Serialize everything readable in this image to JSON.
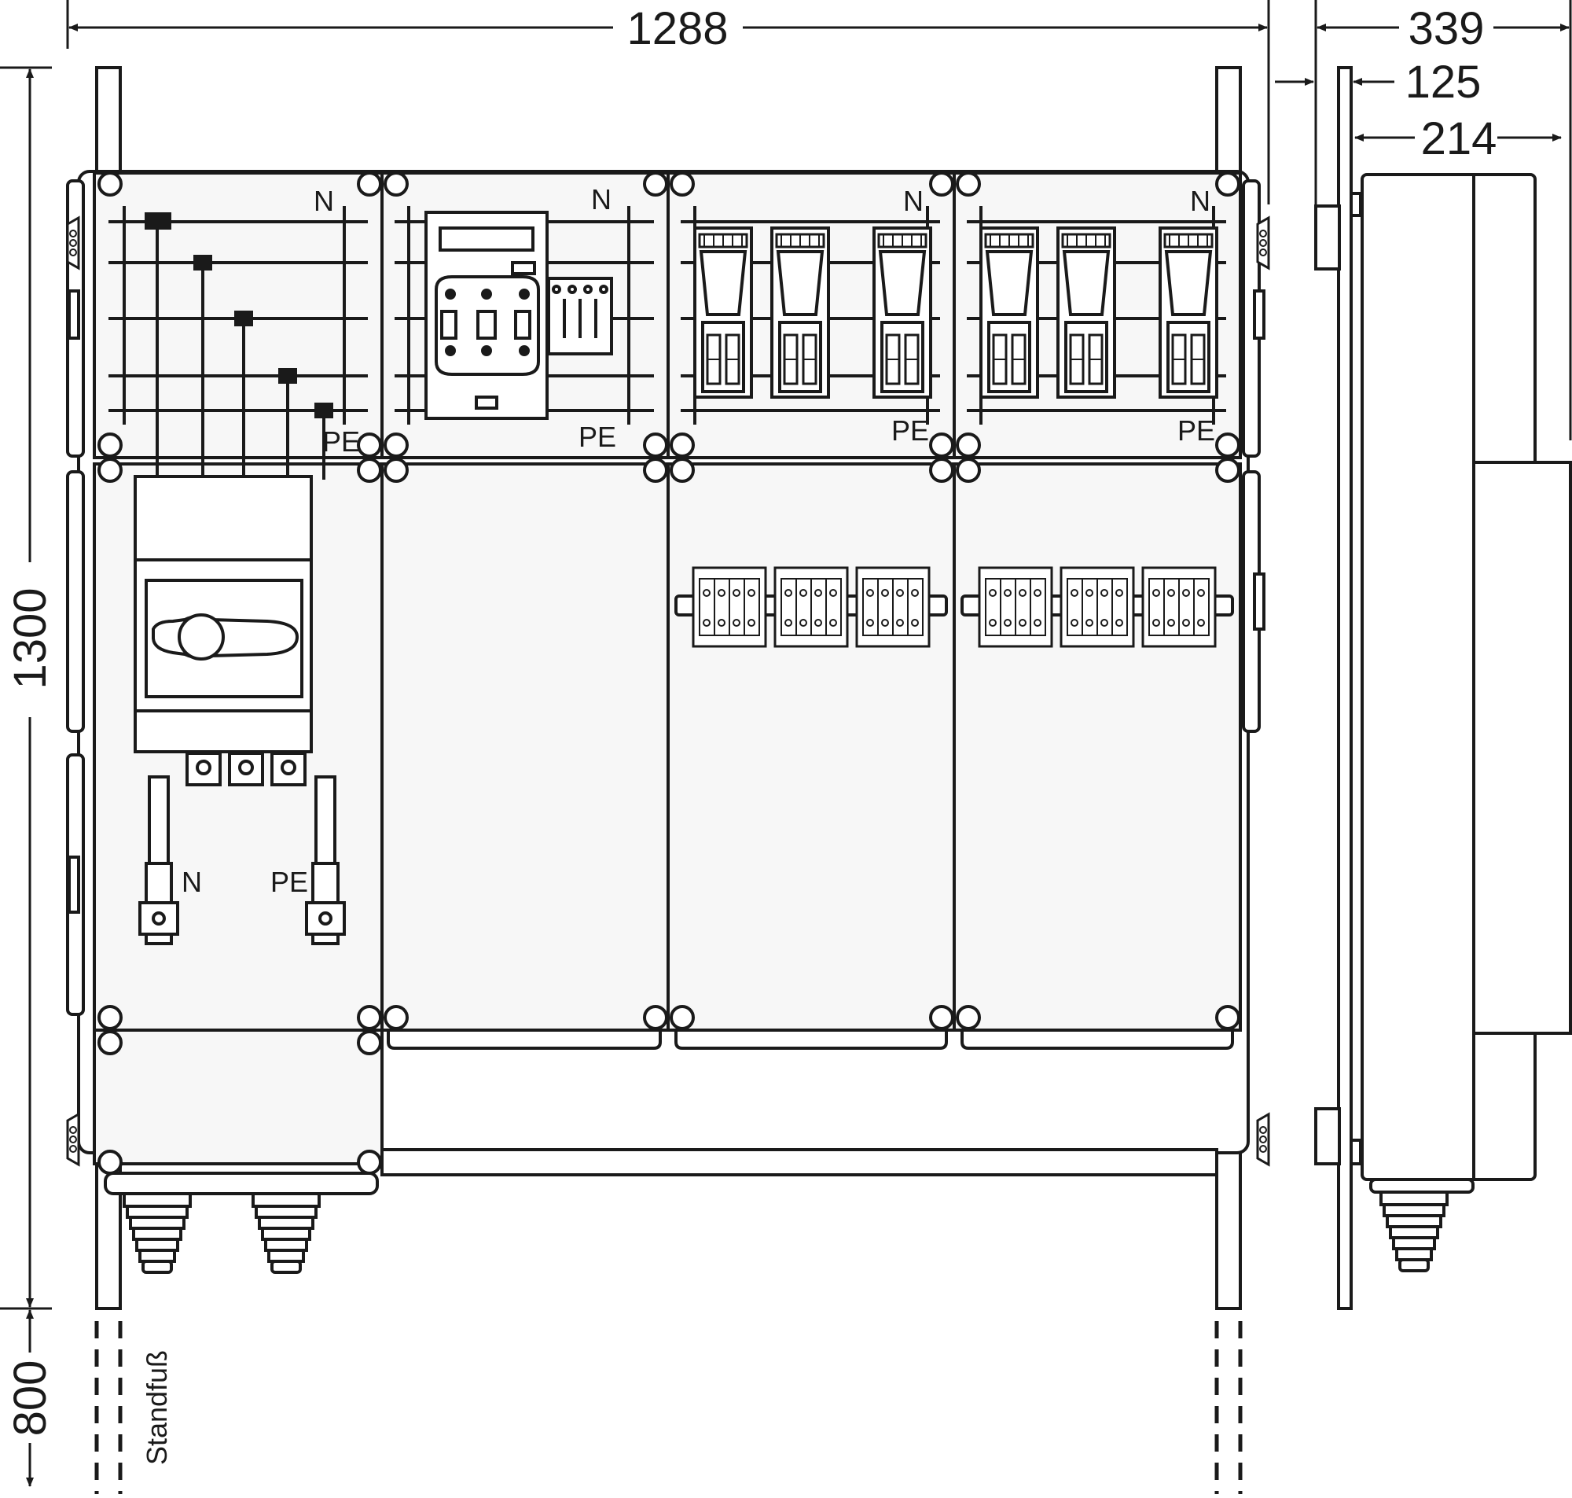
{
  "dimensions": {
    "width_total": "1288",
    "height_total": "1300",
    "base_height": "800",
    "depth_total": "339",
    "depth_front": "125",
    "depth_box": "214"
  },
  "labels": {
    "n": "N",
    "pe": "PE",
    "stand": "Standfuß"
  },
  "colors": {
    "line": "#1a1a1a",
    "panel": "#f4f4f4",
    "background": "#ffffff"
  }
}
